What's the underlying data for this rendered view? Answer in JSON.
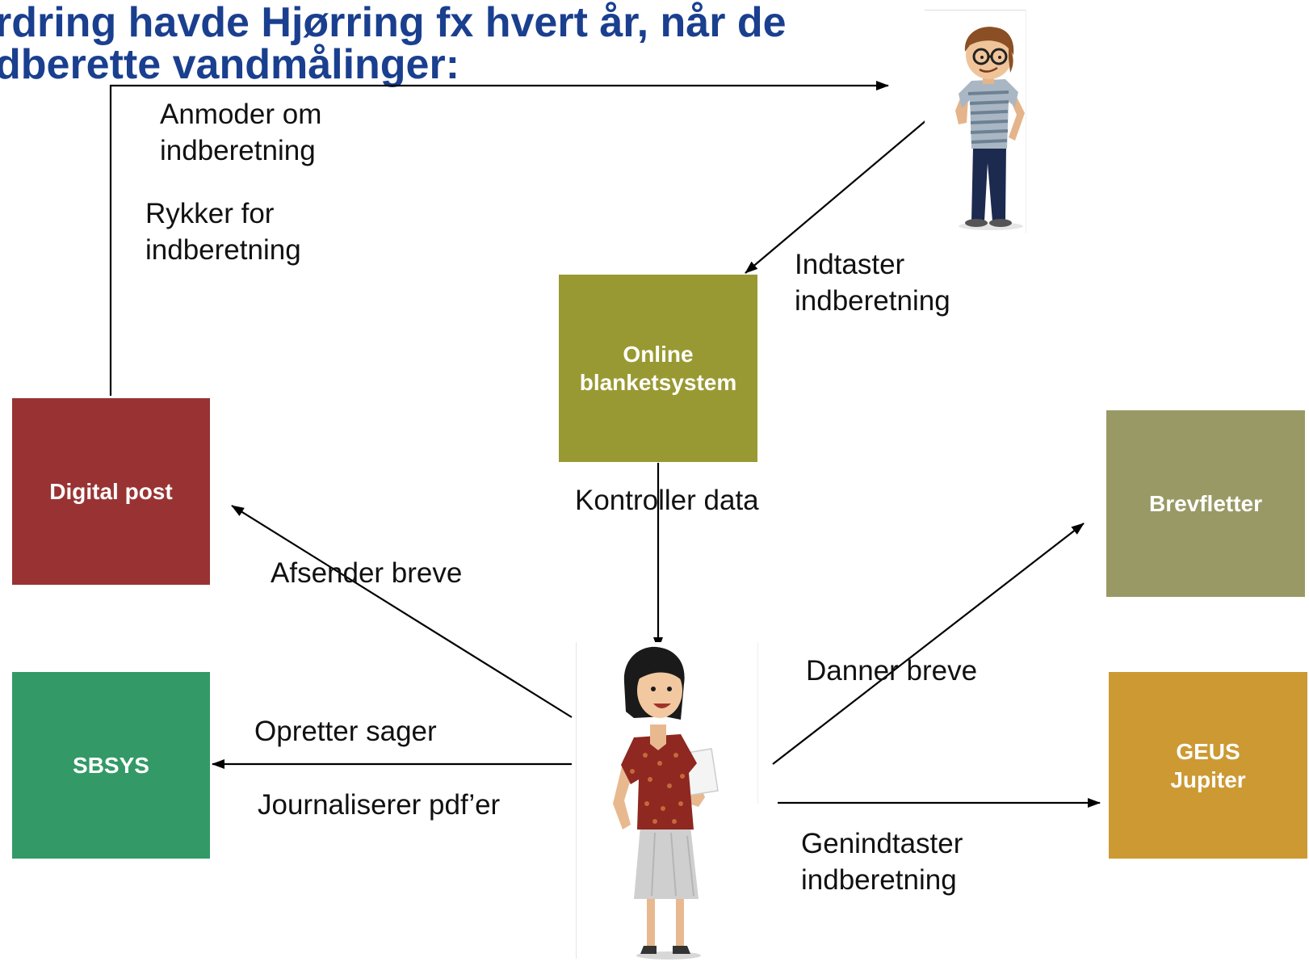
{
  "title": {
    "line1": "rdring havde Hjørring fx hvert år, når de",
    "line2": "dberette vandmålinger:"
  },
  "boxes": {
    "digital_post": {
      "label": "Digital post",
      "color": "#993333"
    },
    "sbsys": {
      "label": "SBSYS",
      "color": "#339966"
    },
    "online": {
      "label": "Online\nblanketsystem",
      "color": "#999933"
    },
    "brevfletter": {
      "label": "Brevfletter",
      "color": "#999966"
    },
    "geus": {
      "label": "GEUS\nJupiter",
      "color": "#cc9933"
    }
  },
  "labels": {
    "anmoder": "Anmoder om\nindberetning",
    "rykker": "Rykker for\nindberetning",
    "indtaster": "Indtaster\nindberetning",
    "kontroller": "Kontroller data",
    "afsender": "Afsender breve",
    "danner": "Danner breve",
    "opretter": "Opretter sager",
    "journaliserer": "Journaliserer pdf’er",
    "genindtaster": "Genindtaster\nindberetning"
  },
  "colors": {
    "title": "#1a3f8f",
    "arrow": "#000000"
  },
  "icons": {
    "citizen": "man-figure-icon",
    "employee": "woman-figure-icon"
  }
}
